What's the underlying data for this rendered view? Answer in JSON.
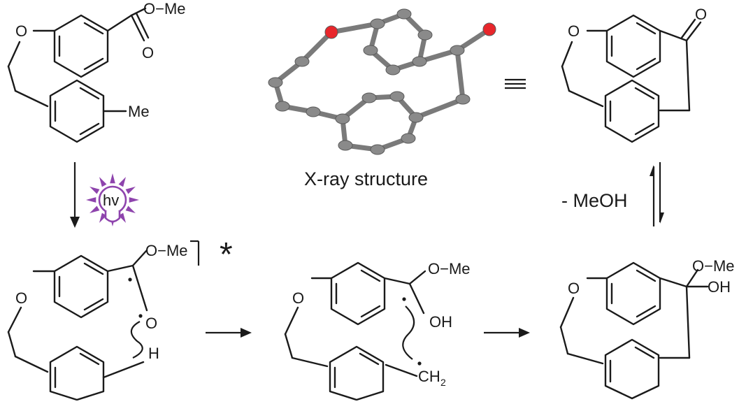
{
  "colors": {
    "ink": "#1a1a1a",
    "bulb": "#8e44ad",
    "xray_carbon": "#8a8a8a",
    "xray_oxygen": "#e8262b"
  },
  "icons": {
    "light_bulb": "light-bulb-icon",
    "excited_state": "asterisk-icon"
  },
  "caption": "X-ray structure",
  "bulb_label": "hv",
  "elimination_label": "- MeOH",
  "labels": {
    "o": "O",
    "ome": "O−Me",
    "me": "Me",
    "oh": "OH",
    "h": "H",
    "ch": "CH",
    "sub2": "2",
    "star": "*"
  }
}
